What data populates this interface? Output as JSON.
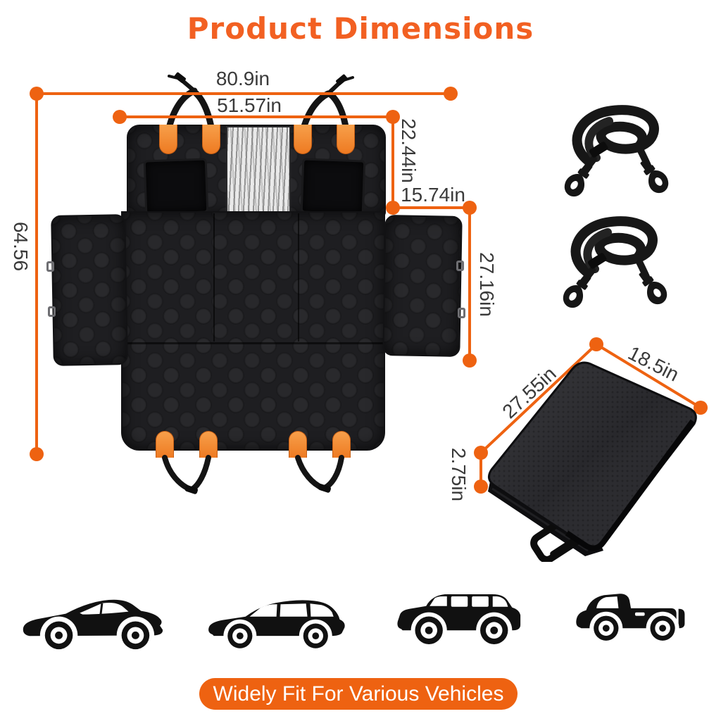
{
  "title": "Product Dimensions",
  "colors": {
    "accent_orange": "#EE6211",
    "title_orange": "#F26022",
    "tab_orange": "#F08A36",
    "fabric_black": "#1e1e21",
    "label_text": "#3a3a3a"
  },
  "dimensions": {
    "total_width": "80.9in",
    "seat_width": "51.57in",
    "backrest_height": "22.44in",
    "side_flap_width": "15.74in",
    "total_length": "64.56",
    "side_flap_height": "27.16in",
    "folded_width": "18.5in",
    "folded_length": "27.55in",
    "folded_thickness": "2.75in"
  },
  "banner": {
    "text": "Widely Fit For Various Vehicles"
  },
  "icons": {
    "product": "dog-car-seat-cover-unfolded",
    "accessories": [
      "buckle-strap-1",
      "buckle-strap-2"
    ],
    "folded": "folded-seat-cover-with-handle",
    "vehicles": [
      "sedan",
      "station-wagon",
      "suv",
      "pickup-truck"
    ]
  }
}
